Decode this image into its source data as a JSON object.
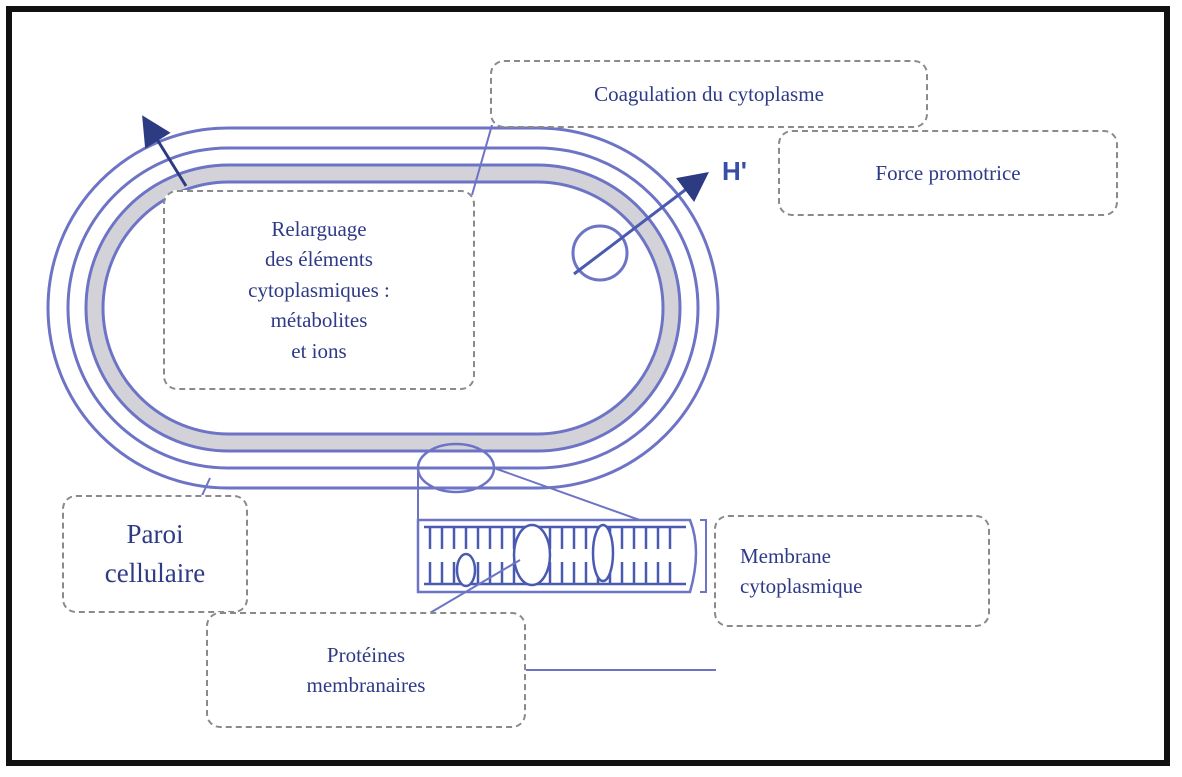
{
  "labels": {
    "coagulation": "Coagulation du cytoplasme",
    "force_promotrice": "Force promotrice",
    "proton": "H'",
    "relarguage": "Relarguage\ndes éléments\ncytoplasmiques :\nmétabolites\net ions",
    "paroi": "Paroi\ncellulaire",
    "membrane": "Membrane\ncytoplasmique",
    "proteines": "Protéines\nmembranaires"
  }
}
